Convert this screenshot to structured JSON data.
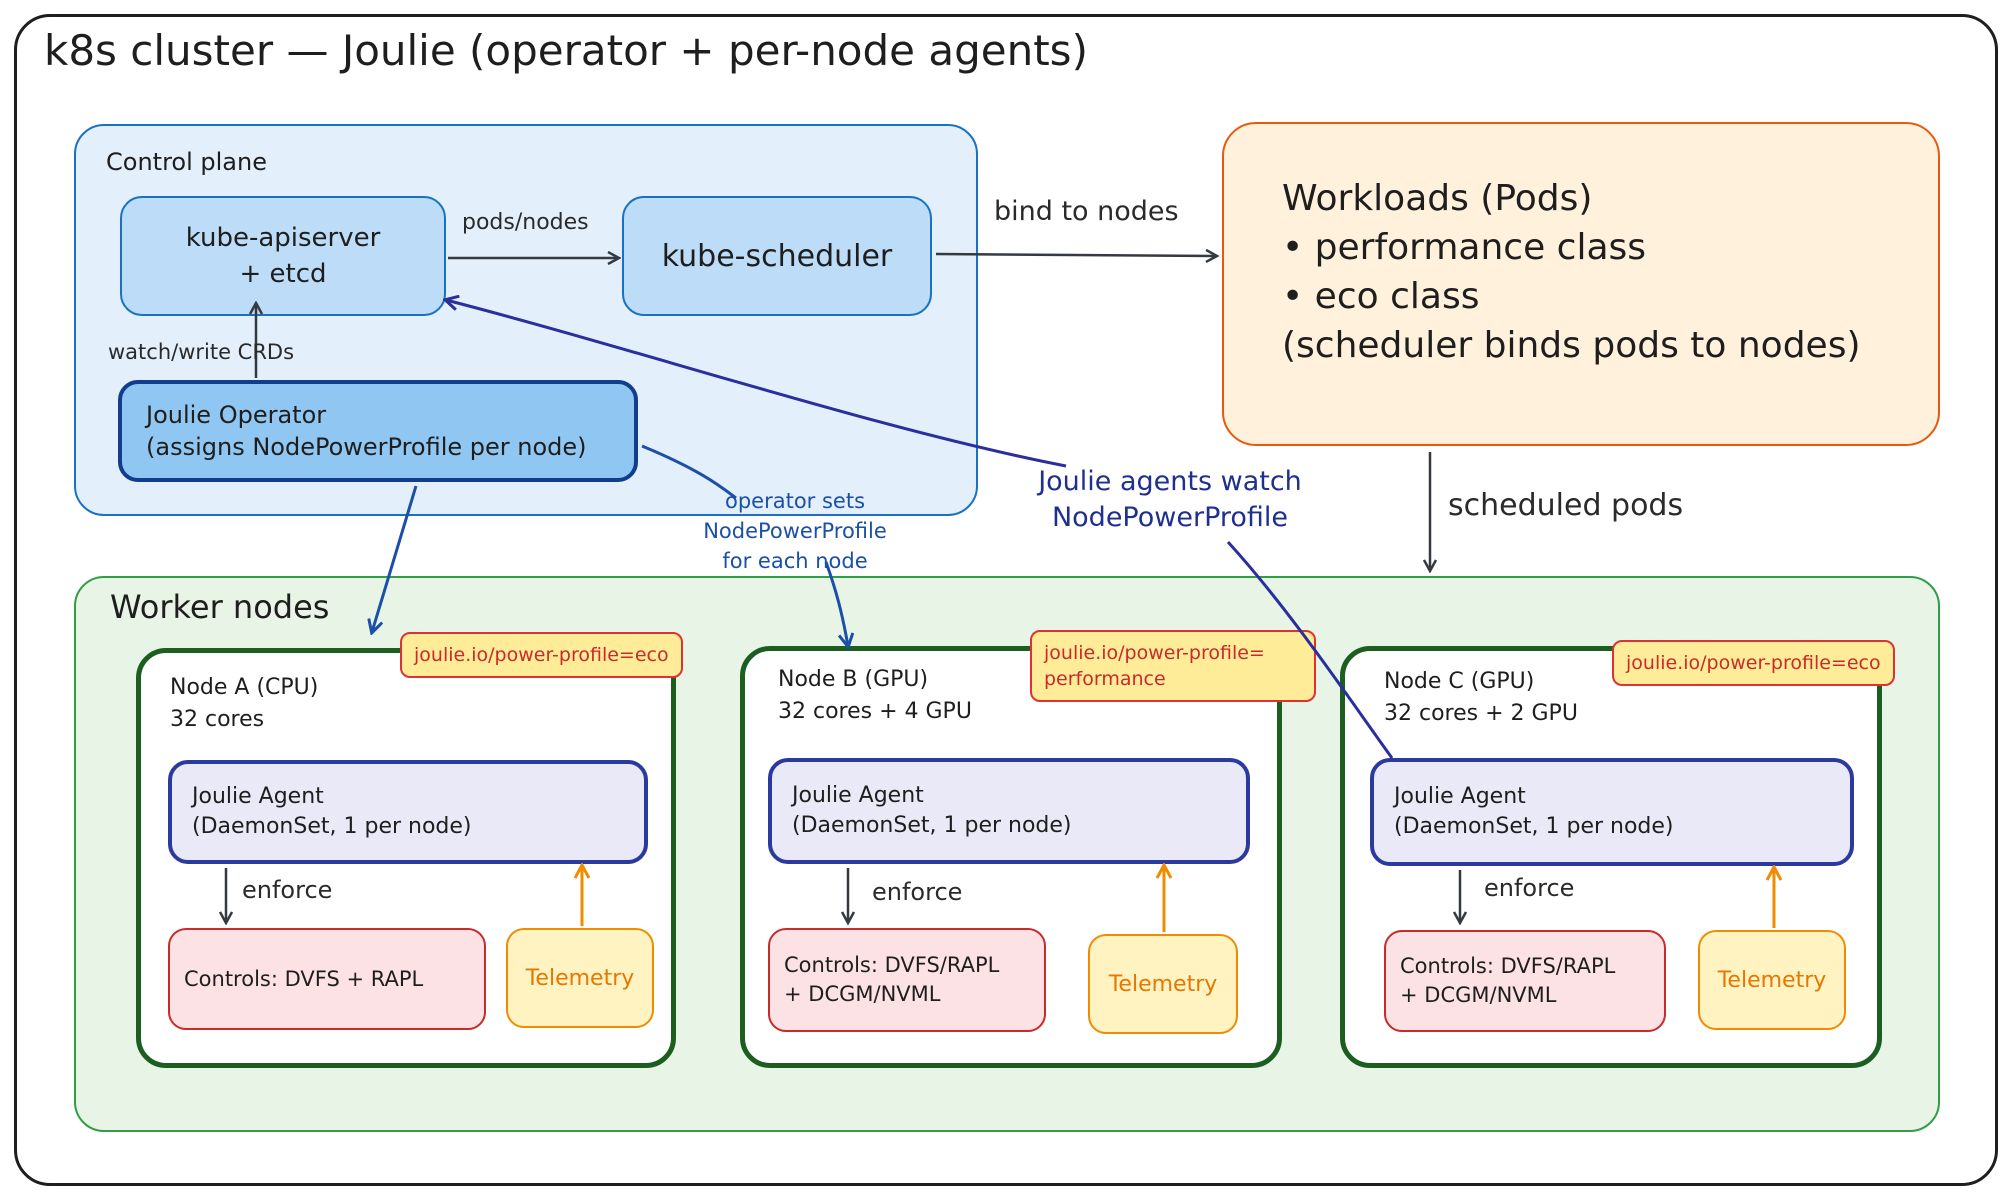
{
  "title": "k8s cluster — Joulie (operator + per-node agents)",
  "control_plane": {
    "label": "Control plane",
    "apiserver": [
      "kube-apiserver",
      "+ etcd"
    ],
    "scheduler": "kube-scheduler",
    "operator": [
      "Joulie Operator",
      "(assigns NodePowerProfile per node)"
    ]
  },
  "edges": {
    "pods_nodes": "pods/nodes",
    "bind_to_nodes": "bind to nodes",
    "watch_write_crds": "watch/write CRDs",
    "scheduled_pods": "scheduled pods",
    "operator_sets": [
      "operator sets",
      "NodePowerProfile",
      "for each node"
    ],
    "agents_watch": [
      "Joulie agents watch",
      "NodePowerProfile"
    ]
  },
  "workloads": {
    "title": "Workloads (Pods)",
    "items": [
      "• performance class",
      "• eco class"
    ],
    "note": "(scheduler binds pods to nodes)"
  },
  "worker_nodes": {
    "label": "Worker nodes",
    "nodes": [
      {
        "name": "Node A (CPU)",
        "resources": "32 cores",
        "label": [
          "joulie.io/power-profile=eco"
        ],
        "agent": [
          "Joulie Agent",
          "(DaemonSet, 1 per node)"
        ],
        "enforce": "enforce",
        "controls": [
          "Controls: DVFS + RAPL"
        ],
        "telemetry": "Telemetry"
      },
      {
        "name": "Node B (GPU)",
        "resources": "32 cores + 4 GPU",
        "label": [
          "joulie.io/power-profile=",
          "performance"
        ],
        "agent": [
          "Joulie Agent",
          "(DaemonSet, 1 per node)"
        ],
        "enforce": "enforce",
        "controls": [
          "Controls: DVFS/RAPL",
          "+ DCGM/NVML"
        ],
        "telemetry": "Telemetry"
      },
      {
        "name": "Node C (GPU)",
        "resources": "32 cores + 2 GPU",
        "label": [
          "joulie.io/power-profile=eco"
        ],
        "agent": [
          "Joulie Agent",
          "(DaemonSet, 1 per node)"
        ],
        "enforce": "enforce",
        "controls": [
          "Controls: DVFS/RAPL",
          "+ DCGM/NVML"
        ],
        "telemetry": "Telemetry"
      }
    ]
  },
  "colors": {
    "control_plane": "#1971c2",
    "workloads": "#e8590c",
    "worker_nodes": "#2f9e44",
    "agent": "#2b3a9e",
    "controls": "#c92a2a",
    "telemetry": "#f08c00"
  }
}
